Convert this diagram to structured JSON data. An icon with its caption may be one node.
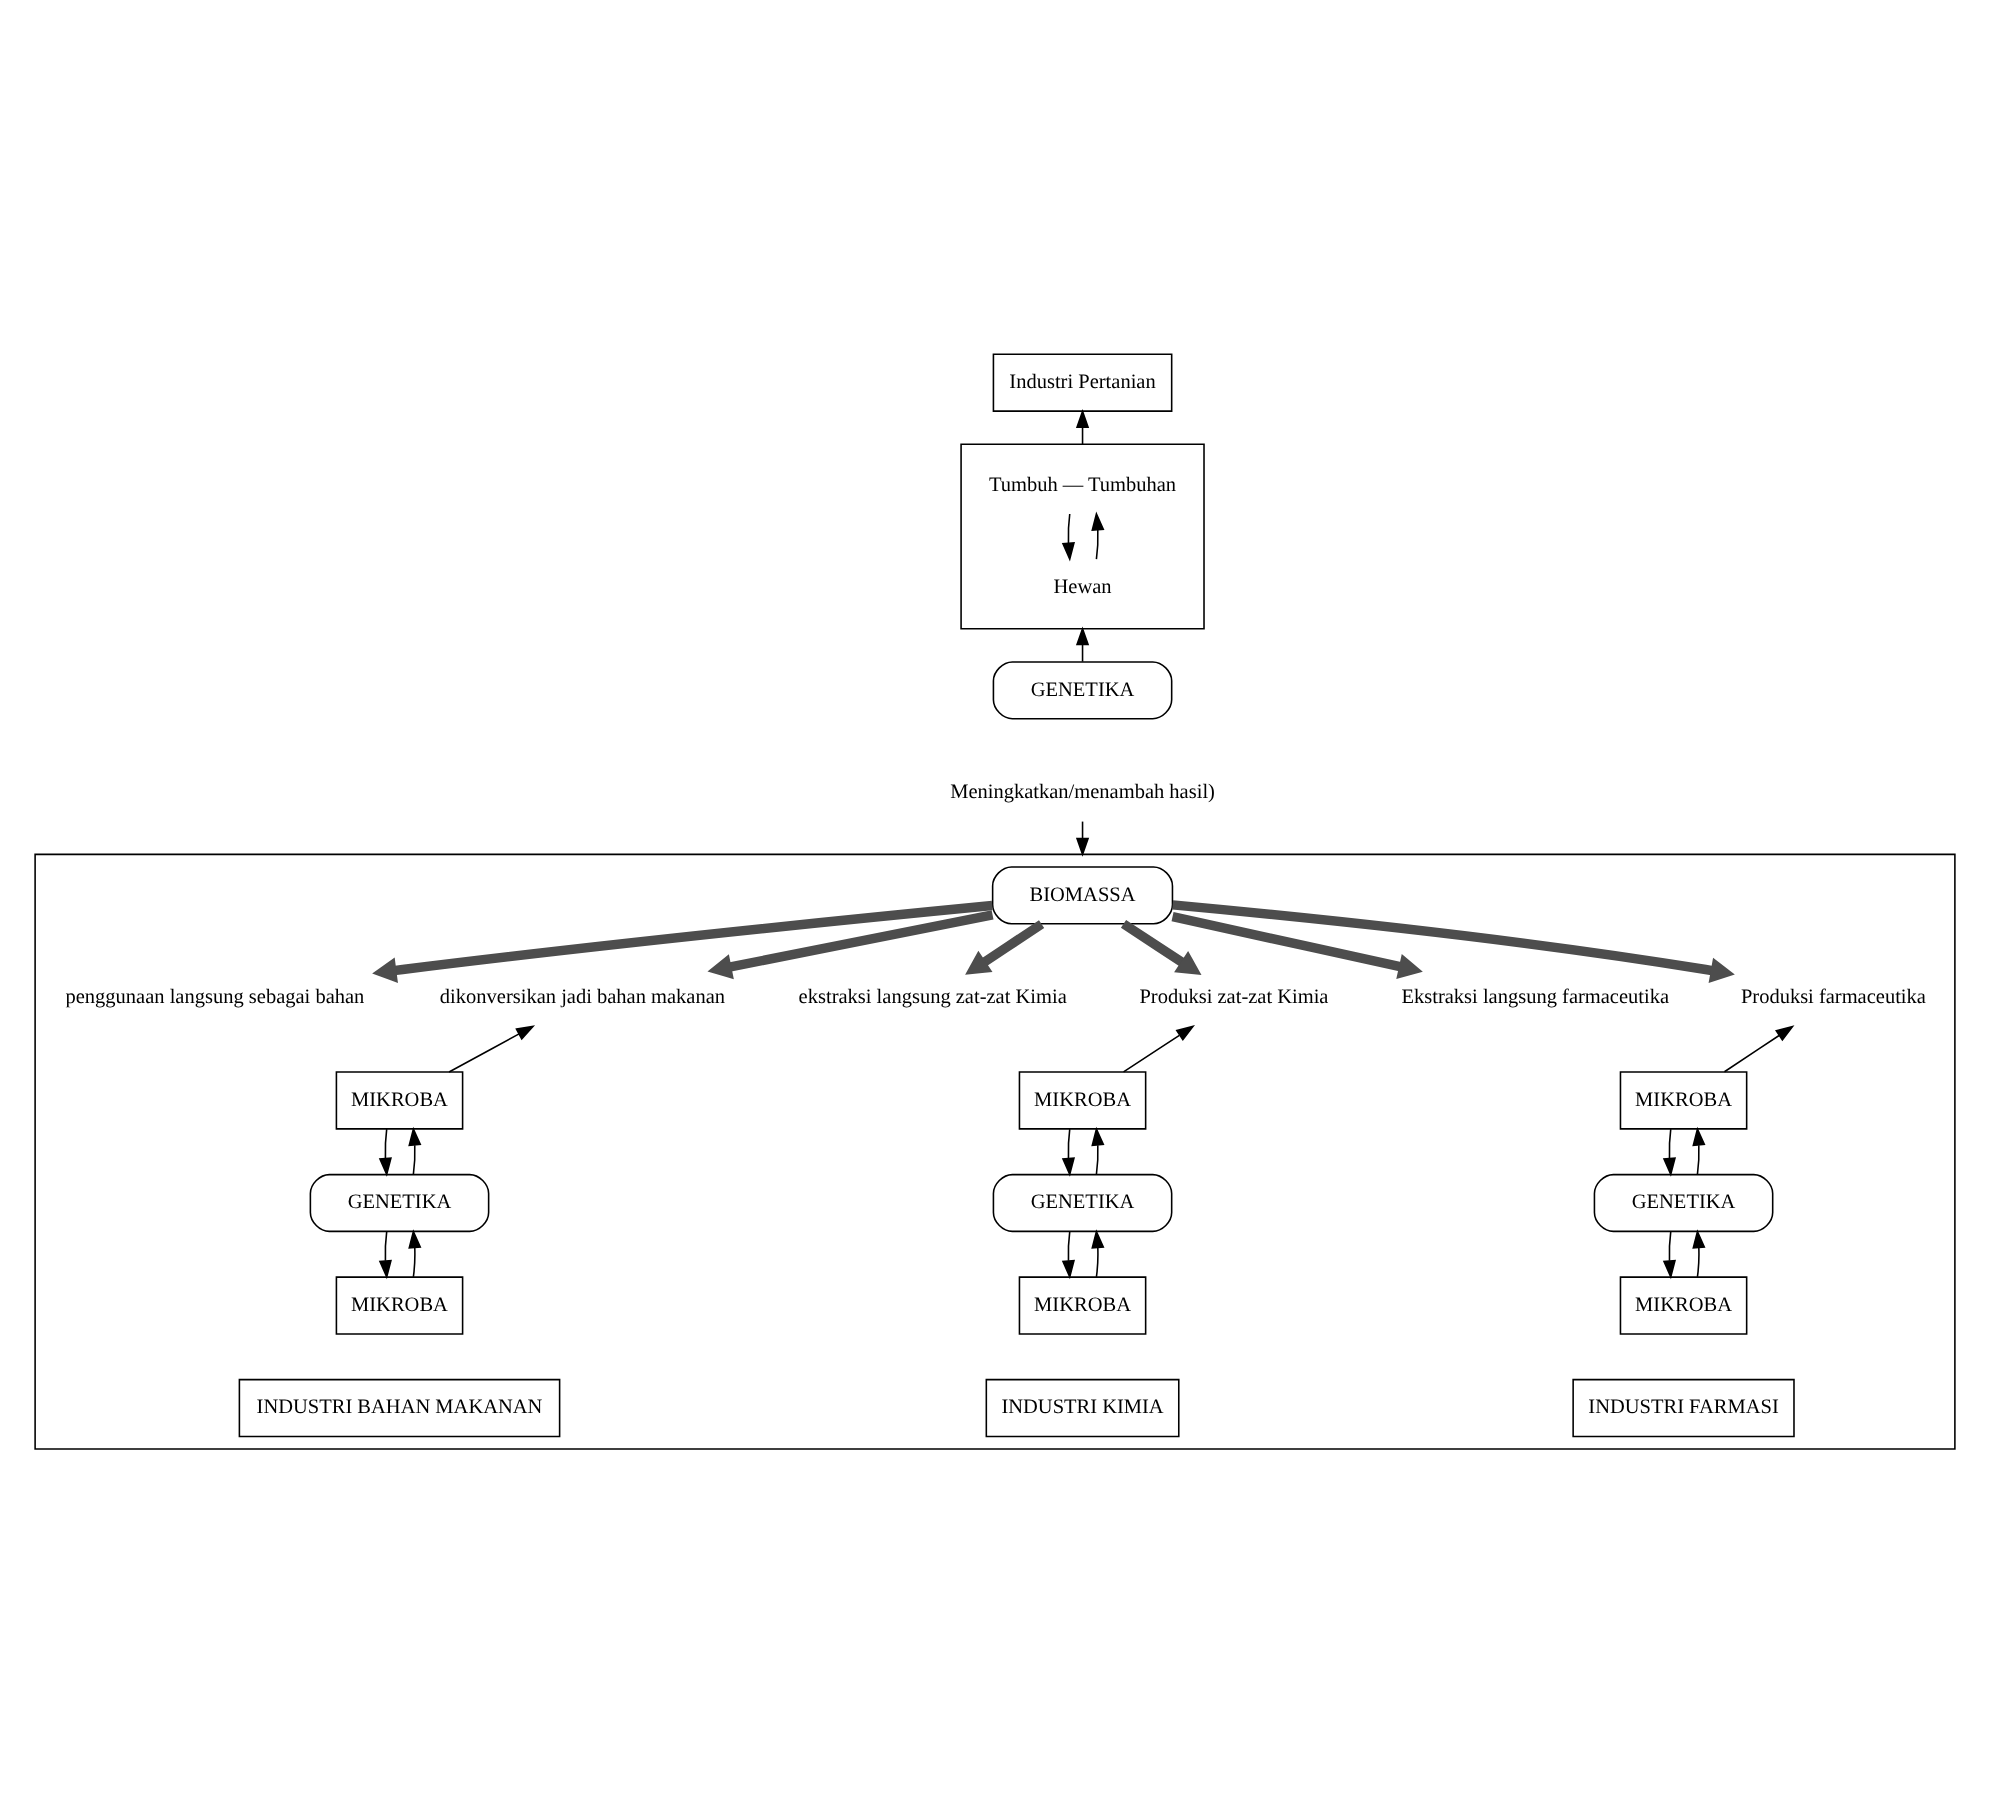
{
  "diagram": {
    "nodes": [
      {
        "text": [
          "Industri Pertanian"
        ]
      },
      {
        "text": [],
        "shape": "box"
      },
      {
        "text": [
          "Tumbuh — Tumbuhan"
        ],
        "in": 1
      },
      {
        "text": [
          "Hewan"
        ],
        "in": 1
      },
      {
        "text": [
          "GENETIKA"
        ]
      },
      {
        "text": [
          "Meningkatkan/menambah hasil)"
        ]
      },
      {
        "text": [],
        "shape": "box"
      },
      {
        "text": [
          "BIOMASSA"
        ],
        "in": 6
      },
      {
        "text": [
          "penggunaan langsung sebagai bahan"
        ],
        "in": 6
      },
      {
        "text": [
          "dikonversikan jadi bahan makanan"
        ],
        "in": 6
      },
      {
        "text": [
          "ekstraksi langsung zat-zat Kimia"
        ],
        "in": 6
      },
      {
        "text": [
          "Produksi zat-zat Kimia"
        ],
        "in": 6
      },
      {
        "text": [
          "Ekstraksi langsung farmaceutika"
        ],
        "in": 6
      },
      {
        "text": [
          "Produksi farmaceutika"
        ],
        "in": 6
      },
      {
        "text": [
          "MIKROBA"
        ],
        "in": 6
      },
      {
        "text": [
          "GENETIKA"
        ],
        "in": 6
      },
      {
        "text": [
          "MIKROBA"
        ],
        "in": 6
      },
      {
        "text": [
          "MIKROBA"
        ],
        "in": 6
      },
      {
        "text": [
          "GENETIKA"
        ],
        "in": 6
      },
      {
        "text": [
          "MIKROBA"
        ],
        "in": 6
      },
      {
        "text": [
          "MIKROBA"
        ],
        "in": 6
      },
      {
        "text": [
          "GENETIKA"
        ],
        "in": 6
      },
      {
        "text": [
          "MIKROBA"
        ],
        "in": 6
      },
      {
        "text": [
          "INDUSTRI BAHAN MAKANAN"
        ],
        "in": 6
      },
      {
        "text": [
          "INDUSTRI KIMIA"
        ],
        "in": 6
      },
      {
        "text": [
          "INDUSTRI FARMASI"
        ],
        "in": 6
      }
    ],
    "edges": [
      {
        "from": 1,
        "to": 0,
        "arrow": "to"
      },
      {
        "from": 3,
        "to": 2,
        "arrow": "to"
      },
      {
        "from": 2,
        "to": 3,
        "arrow": "to"
      },
      {
        "from": 4,
        "to": 1,
        "arrow": "to"
      },
      {
        "from": 5,
        "to": 6,
        "arrow": "to"
      },
      {
        "from": 7,
        "to": 8,
        "arrow": "to",
        "style": "thick",
        "color": "#4d4d4d"
      },
      {
        "from": 7,
        "to": 9,
        "arrow": "to",
        "style": "thick",
        "color": "#4d4d4d"
      },
      {
        "from": 7,
        "to": 10,
        "arrow": "to",
        "style": "thick",
        "color": "#4d4d4d"
      },
      {
        "from": 7,
        "to": 11,
        "arrow": "to",
        "style": "thick",
        "color": "#4d4d4d"
      },
      {
        "from": 7,
        "to": 12,
        "arrow": "to",
        "style": "thick",
        "color": "#4d4d4d"
      },
      {
        "from": 7,
        "to": 13,
        "arrow": "to",
        "style": "thick",
        "color": "#4d4d4d"
      },
      {
        "from": 14,
        "to": 9,
        "arrow": "to"
      },
      {
        "from": 15,
        "to": 14,
        "arrow": "to"
      },
      {
        "from": 14,
        "to": 15,
        "arrow": "to"
      },
      {
        "from": 16,
        "to": 15,
        "arrow": "to"
      },
      {
        "from": 15,
        "to": 16,
        "arrow": "to"
      },
      {
        "from": 17,
        "to": 11,
        "arrow": "to"
      },
      {
        "from": 18,
        "to": 17,
        "arrow": "to"
      },
      {
        "from": 17,
        "to": 18,
        "arrow": "to"
      },
      {
        "from": 19,
        "to": 18,
        "arrow": "to"
      },
      {
        "from": 18,
        "to": 19,
        "arrow": "to"
      },
      {
        "from": 20,
        "to": 13,
        "arrow": "to"
      },
      {
        "from": 21,
        "to": 20,
        "arrow": "to"
      },
      {
        "from": 20,
        "to": 21,
        "arrow": "to"
      },
      {
        "from": 22,
        "to": 21,
        "arrow": "to"
      },
      {
        "from": 21,
        "to": 22,
        "arrow": "to"
      }
    ]
  }
}
